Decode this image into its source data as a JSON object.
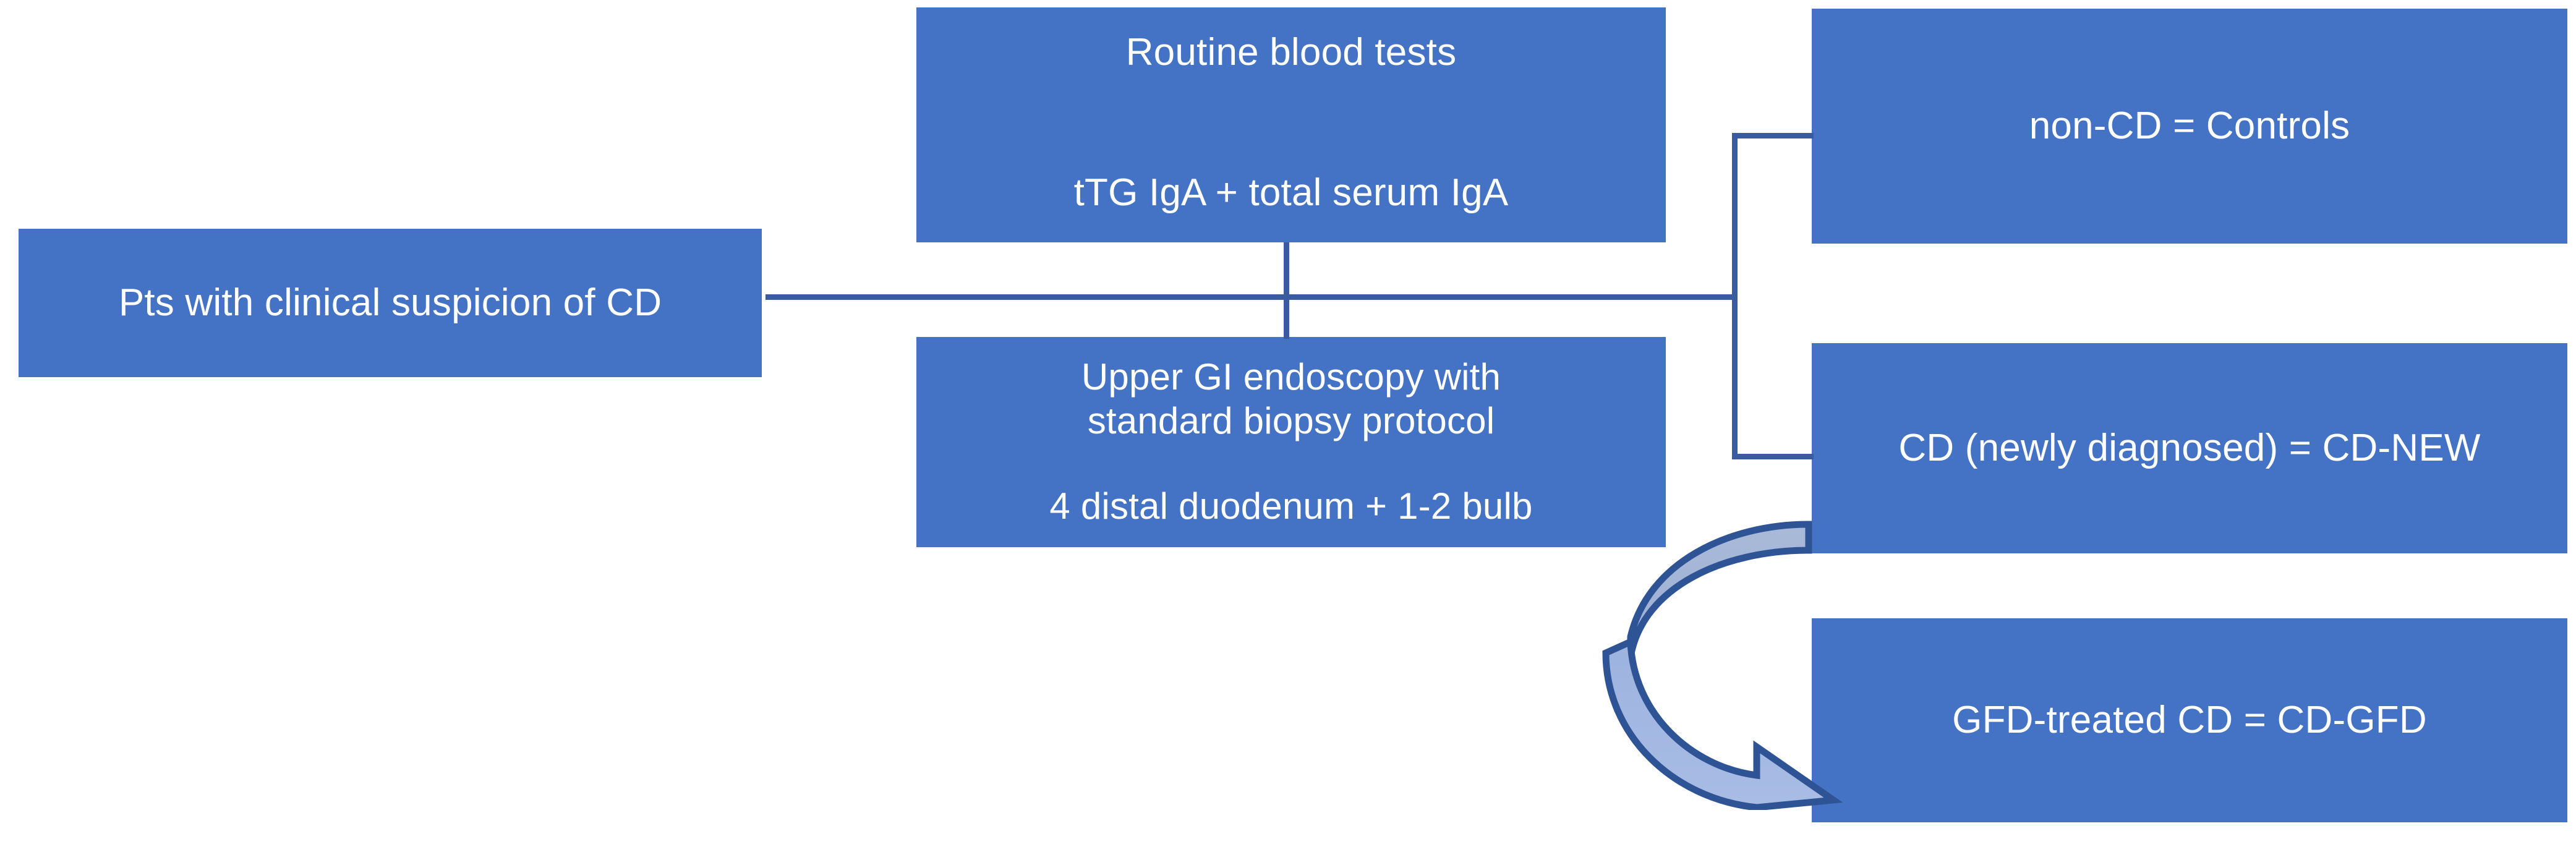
{
  "diagram": {
    "title": "Celiac disease patient recruitment flowchart",
    "colors": {
      "node_fill": "#4472C4",
      "node_text": "#FFFFFF",
      "connector": "#3A5BA0",
      "arrow_fill_top": "#A3B5D7",
      "arrow_fill_bottom": "#9FB4DE",
      "arrow_stroke": "#2F5496",
      "background": "#FFFFFF"
    },
    "nodes": {
      "suspicion": {
        "id": "pts-with-clinical-suspicion-of-cd",
        "lines": [
          "Pts with clinical suspicion of CD"
        ]
      },
      "blood_tests": {
        "id": "routine-blood-tests",
        "lines": [
          "Routine blood tests",
          "tTG IgA + total serum IgA"
        ]
      },
      "endoscopy": {
        "id": "upper-gi-endoscopy",
        "lines": [
          "Upper GI endoscopy with",
          "standard biopsy protocol",
          "4 distal duodenum + 1-2 bulb"
        ]
      },
      "controls": {
        "id": "non-cd-controls",
        "lines": [
          "non-CD = Controls"
        ]
      },
      "cd_new": {
        "id": "cd-newly-diagnosed",
        "lines": [
          "CD (newly diagnosed) = CD-NEW"
        ]
      },
      "cd_gfd": {
        "id": "gfd-treated-cd",
        "lines": [
          "GFD-treated CD = CD-GFD"
        ]
      }
    },
    "connectors": [
      {
        "name": "suspicion-to-bracket",
        "type": "horizontal"
      },
      {
        "name": "bloodtests-to-endoscopy",
        "type": "vertical"
      },
      {
        "name": "bracket-spine",
        "type": "vertical"
      },
      {
        "name": "bracket-to-controls",
        "type": "horizontal"
      },
      {
        "name": "bracket-to-cd-new",
        "type": "horizontal"
      },
      {
        "name": "cd-new-to-cd-gfd",
        "type": "curved-arrow"
      }
    ]
  }
}
